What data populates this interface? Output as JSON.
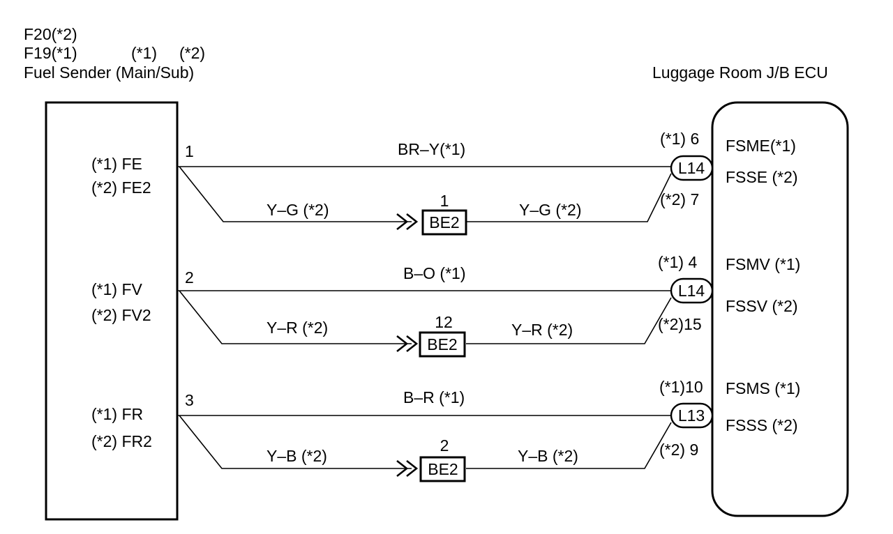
{
  "sender": {
    "codes": [
      "F20(*2)",
      "F19(*1)"
    ],
    "variant_labels": [
      "(*1)",
      "(*2)"
    ],
    "title": "Fuel Sender (Main/Sub)",
    "pins": [
      {
        "line1": "(*1) FE",
        "line2": "(*2) FE2",
        "num": "1"
      },
      {
        "line1": "(*1) FV",
        "line2": "(*2) FV2",
        "num": "2"
      },
      {
        "line1": "(*1) FR",
        "line2": "(*2) FR2",
        "num": "3"
      }
    ]
  },
  "ecu": {
    "title": "Luggage Room J/B ECU",
    "pins": [
      {
        "main_pin": "(*1) 6",
        "sub_pin": "(*2) 7",
        "connector": "L14",
        "main_name": "FSME(*1)",
        "sub_name": "FSSE (*2)"
      },
      {
        "main_pin": "(*1) 4",
        "sub_pin": "(*2)15",
        "connector": "L14",
        "main_name": "FSMV (*1)",
        "sub_name": "FSSV  (*2)"
      },
      {
        "main_pin": "(*1)10",
        "sub_pin": "(*2) 9",
        "connector": "L13",
        "main_name": "FSMS (*1)",
        "sub_name": "FSSS  (*2)"
      }
    ]
  },
  "wires": [
    {
      "main_label": "BR–Y(*1)",
      "sub_left": "Y–G  (*2)",
      "sub_right": "Y–G  (*2)",
      "junction": "BE2",
      "junction_pin": "1"
    },
    {
      "main_label": "B–O  (*1)",
      "sub_left": "Y–R  (*2)",
      "sub_right": "Y–R  (*2)",
      "junction": "BE2",
      "junction_pin": "12"
    },
    {
      "main_label": "B–R  (*1)",
      "sub_left": "Y–B  (*2)",
      "sub_right": "Y–B  (*2)",
      "junction": "BE2",
      "junction_pin": "2"
    }
  ]
}
